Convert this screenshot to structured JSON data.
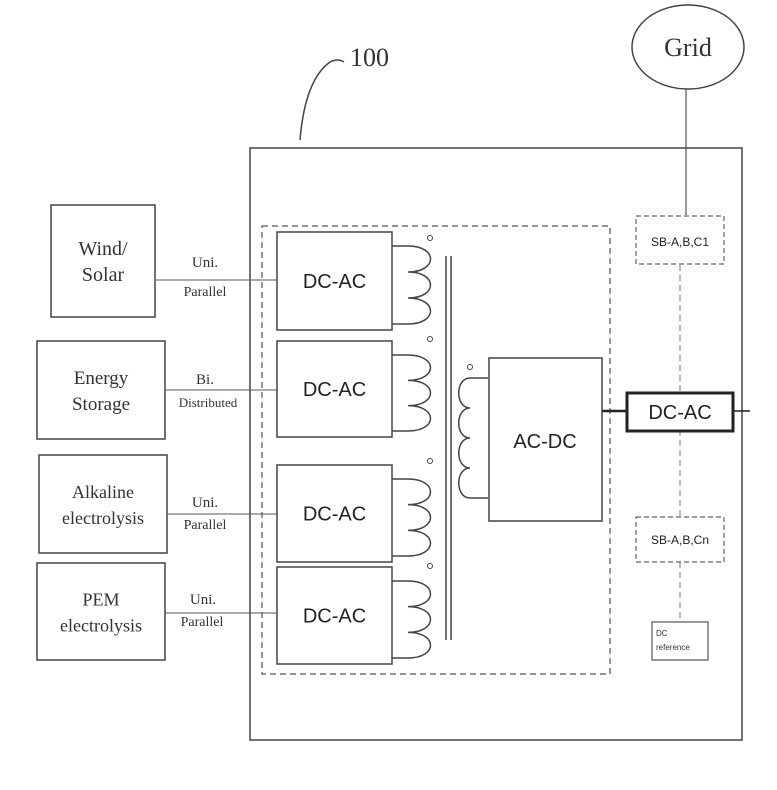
{
  "reference_numeral": "100",
  "grid": {
    "label": "Grid"
  },
  "sources": [
    {
      "line1": "Wind/",
      "line2": "Solar",
      "link_top": "Uni.",
      "link_bottom": "Parallel"
    },
    {
      "line1": "Energy",
      "line2": "Storage",
      "link_top": "Bi.",
      "link_bottom": "Distributed"
    },
    {
      "line1": "Alkaline",
      "line2": "electrolysis",
      "link_top": "Uni.",
      "link_bottom": "Parallel"
    },
    {
      "line1": "PEM",
      "line2": "electrolysis",
      "link_top": "Uni.",
      "link_bottom": "Parallel"
    }
  ],
  "converters": [
    "DC-AC",
    "DC-AC",
    "DC-AC",
    "DC-AC"
  ],
  "rectifier": "AC-DC",
  "grid_converter": "DC-AC",
  "switch_top": "SB-A,B,C1",
  "switch_bottom": "SB-A,B,Cn",
  "dc_reference": {
    "line1": "DC",
    "line2": "reference"
  }
}
